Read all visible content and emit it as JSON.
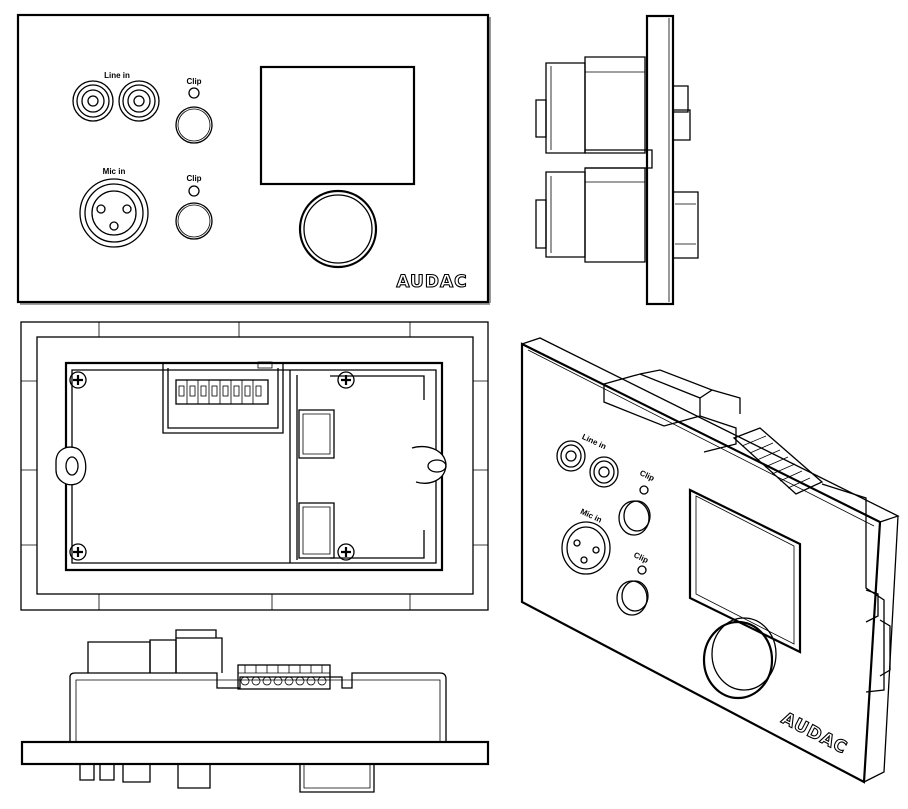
{
  "labels": {
    "line_in": "Line in",
    "mic_in": "Mic in",
    "clip": "Clip",
    "brand": "AUDAC"
  },
  "colors": {
    "line": "#000000",
    "background": "#ffffff"
  }
}
